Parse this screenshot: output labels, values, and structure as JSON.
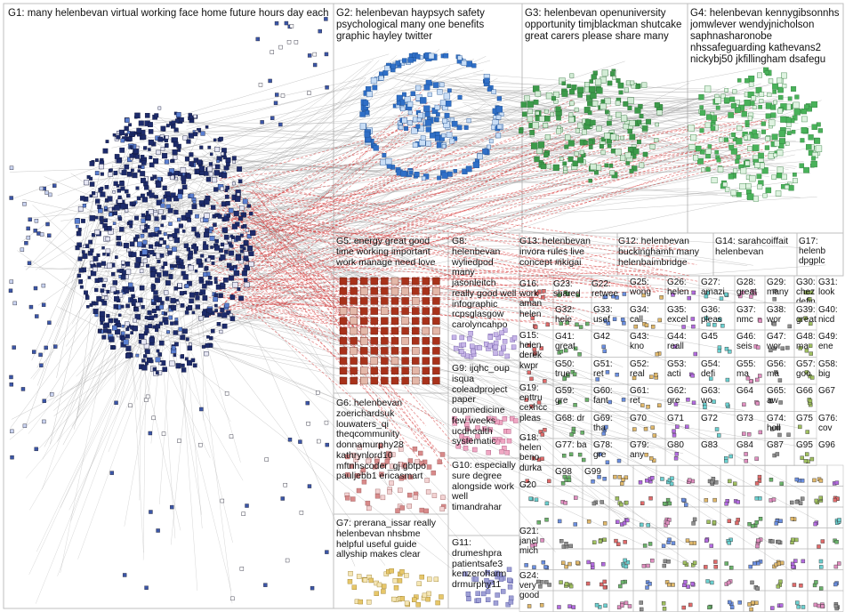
{
  "groups": [
    {
      "id": "G1",
      "text": "G1: many helenbevan virtual working face home future hours day each"
    },
    {
      "id": "G2",
      "text": "G2: helenbevan haypsych safety psychological many one benefits graphic hayley twitter"
    },
    {
      "id": "G3",
      "text": "G3: helenbevan openuniversity opportunity timjblackman shutcake great carers please share many"
    },
    {
      "id": "G4",
      "text": "G4: helenbevan kennygibsonnhs jomwlever wendyjnicholson saphnasharonobe nhssafeguarding kathevans2 nickybj50 jkfillingham dsafegu"
    },
    {
      "id": "G5",
      "text": "G5: energy great good time working important work manage need love"
    },
    {
      "id": "G6",
      "text": "G6: helenbevan zoerichardsuk louwaters_qi theqcommunity donnamurphy28 kathrynlord10 mftnhscoder_gj gbtpo pauljebb1 ericasmart"
    },
    {
      "id": "G7",
      "text": "G7: prerana_issar really helenbevan nhsbme helpful useful guide allyship makes clear"
    },
    {
      "id": "G8",
      "text": "G8: helenbevan wyliedpod many jasonleitch really good well infographic rcpsglasgow carolyncahpo"
    },
    {
      "id": "G9",
      "text": "G9: ijqhc_oup isqua coleadproject paper oupmedicine few weeks ucdhealth systematic"
    },
    {
      "id": "G10",
      "text": "G10: especially sure degree alongside work well timandrahar"
    },
    {
      "id": "G11",
      "text": "G11: drumeshpra patientsafe3 kenzeroharm drmurphy11"
    },
    {
      "id": "G12",
      "text": "G12: helenbevan buckinghamh many helenbaimbridge"
    },
    {
      "id": "G13",
      "text": "G13: helenbevan invora rules live concept #ikigai"
    },
    {
      "id": "G14",
      "text": "G14: sarahcoiffait helenbevan"
    },
    {
      "id": "G15",
      "text": "G15: helen derek kwpr"
    },
    {
      "id": "G16",
      "text": "G16: work aman helen"
    },
    {
      "id": "G17",
      "text": "G17: helenb dpgplc"
    },
    {
      "id": "G18",
      "text": "G18: helen beno durka"
    },
    {
      "id": "G19",
      "text": "G19: enttru cexhcc pleas"
    },
    {
      "id": "G20",
      "text": "G20"
    },
    {
      "id": "G21",
      "text": "G21: janel mich"
    },
    {
      "id": "G22",
      "text": "G22: retwee"
    },
    {
      "id": "G23",
      "text": "G23: shared"
    },
    {
      "id": "G24",
      "text": "G24: very good"
    }
  ],
  "small_groups": [
    {
      "id": "G25",
      "text": "G25: wong"
    },
    {
      "id": "G26",
      "text": "G26: helen"
    },
    {
      "id": "G27",
      "text": "G27: amazi"
    },
    {
      "id": "G28",
      "text": "G28: great"
    },
    {
      "id": "G29",
      "text": "G29: many"
    },
    {
      "id": "G30",
      "text": "G30: chez defin"
    },
    {
      "id": "G31",
      "text": "G31: look"
    },
    {
      "id": "G32",
      "text": "G32: hele"
    },
    {
      "id": "G33",
      "text": "G33: usef"
    },
    {
      "id": "G34",
      "text": "G34: call"
    },
    {
      "id": "G35",
      "text": "G35: excel"
    },
    {
      "id": "G36",
      "text": "G36: pleas"
    },
    {
      "id": "G37",
      "text": "G37: nmc"
    },
    {
      "id": "G38",
      "text": "G38: wor"
    },
    {
      "id": "G39",
      "text": "G39: great"
    },
    {
      "id": "G40",
      "text": "G40: nicd"
    },
    {
      "id": "G41",
      "text": "G41: great"
    },
    {
      "id": "G42",
      "text": "G42"
    },
    {
      "id": "G43",
      "text": "G43: kno"
    },
    {
      "id": "G44",
      "text": "G44: reall"
    },
    {
      "id": "G45",
      "text": "G45"
    },
    {
      "id": "G46",
      "text": "G46: seis"
    },
    {
      "id": "G47",
      "text": "G47: wor"
    },
    {
      "id": "G48",
      "text": "G48: ma"
    },
    {
      "id": "G49",
      "text": "G49: ene"
    },
    {
      "id": "G50",
      "text": "G50: true"
    },
    {
      "id": "G51",
      "text": "G51: ret"
    },
    {
      "id": "G52",
      "text": "G52: real"
    },
    {
      "id": "G53",
      "text": "G53: acti"
    },
    {
      "id": "G54",
      "text": "G54: defi"
    },
    {
      "id": "G55",
      "text": "G55: ma"
    },
    {
      "id": "G56",
      "text": "G56: ma"
    },
    {
      "id": "G57",
      "text": "G57: goo"
    },
    {
      "id": "G58",
      "text": "G58: big"
    },
    {
      "id": "G59",
      "text": "G59: gre"
    },
    {
      "id": "G60",
      "text": "G60: fant"
    },
    {
      "id": "G61",
      "text": "G61: ret"
    },
    {
      "id": "G62",
      "text": "G62: gre"
    },
    {
      "id": "G63",
      "text": "G63: wo"
    },
    {
      "id": "G64",
      "text": "G64"
    },
    {
      "id": "G65",
      "text": "G65: aw"
    },
    {
      "id": "G66",
      "text": "G66"
    },
    {
      "id": "G67",
      "text": "G67"
    },
    {
      "id": "G68",
      "text": "G68: dr"
    },
    {
      "id": "G69",
      "text": "G69: tha"
    },
    {
      "id": "G70",
      "text": "G70"
    },
    {
      "id": "G71",
      "text": "G71"
    },
    {
      "id": "G72",
      "text": "G72"
    },
    {
      "id": "G73",
      "text": "G73"
    },
    {
      "id": "G74",
      "text": "G74: holl"
    },
    {
      "id": "G75",
      "text": "G75"
    },
    {
      "id": "G76",
      "text": "G76: cov"
    },
    {
      "id": "G77",
      "text": "G77: ba"
    },
    {
      "id": "G78",
      "text": "G78: gre"
    },
    {
      "id": "G79",
      "text": "G79: any"
    },
    {
      "id": "G80",
      "text": "G80"
    },
    {
      "id": "G83",
      "text": "G83"
    },
    {
      "id": "G84",
      "text": "G84"
    },
    {
      "id": "G87",
      "text": "G87"
    },
    {
      "id": "G95",
      "text": "G95"
    },
    {
      "id": "G96",
      "text": "G96"
    },
    {
      "id": "G98",
      "text": "G98"
    },
    {
      "id": "G99",
      "text": "G99"
    }
  ],
  "colors": {
    "edge_gray": "#9a9a9a",
    "edge_red": "#d21f1f",
    "g1_node": "#1d2b6b",
    "g2_node": "#2f6fc7",
    "g3_node": "#3c9a4a",
    "g4_node": "#49b25a",
    "g5_node": "#a8321b",
    "g6_node": "#d88a8a",
    "frame": "#bfbfbf"
  }
}
